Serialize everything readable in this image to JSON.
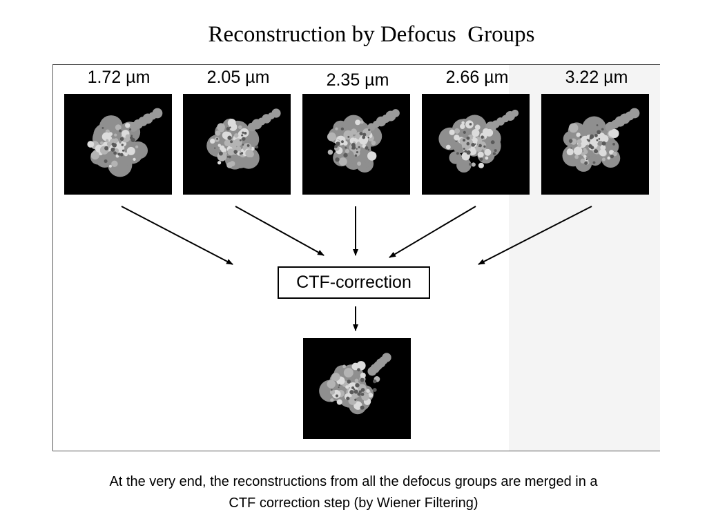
{
  "title": "Reconstruction by Defocus  Groups",
  "groups": [
    {
      "label": "1.72 µm"
    },
    {
      "label": "2.05 µm"
    },
    {
      "label": "2.35 µm"
    },
    {
      "label": "2.66 µm"
    },
    {
      "label": "3.22 µm"
    }
  ],
  "process": {
    "label": "CTF-correction"
  },
  "caption": {
    "line1": "At the very end, the reconstructions from all the defocus groups are merged in a",
    "line2": "CTF correction step (by Wiener Filtering)"
  },
  "colors": {
    "tile_background": "#000000",
    "density": "#c8c8c8"
  }
}
